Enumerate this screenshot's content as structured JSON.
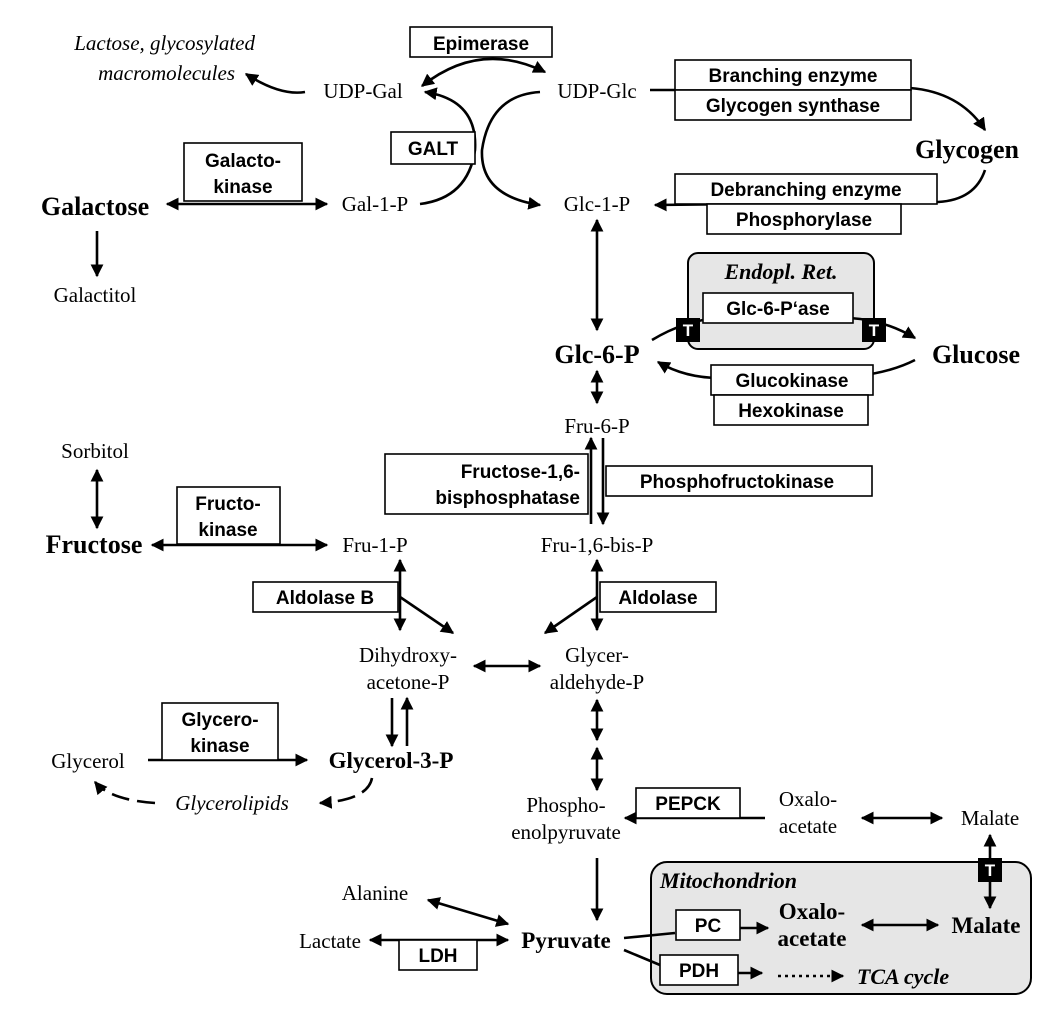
{
  "metabolites": {
    "lactose_line1": "Lactose, glycosylated",
    "lactose_line2": "macromolecules",
    "udp_gal": "UDP-Gal",
    "udp_glc": "UDP-Glc",
    "glycogen": "Glycogen",
    "galactose": "Galactose",
    "gal_1_p": "Gal-1-P",
    "glc_1_p": "Glc-1-P",
    "galactitol": "Galactitol",
    "glc_6_p": "Glc-6-P",
    "glucose": "Glucose",
    "fru_6_p": "Fru-6-P",
    "sorbitol": "Sorbitol",
    "fructose": "Fructose",
    "fru_1_p": "Fru-1-P",
    "fru_16_bis_p": "Fru-1,6-bis-P",
    "dhap_line1": "Dihydroxy-",
    "dhap_line2": "acetone-P",
    "gap_line1": "Glycer-",
    "gap_line2": "aldehyde-P",
    "glycerol": "Glycerol",
    "glycerol_3_p": "Glycerol-3-P",
    "glycerolipids": "Glycerolipids",
    "pep_line1": "Phospho-",
    "pep_line2": "enolpyruvate",
    "oaa_cyto_line1": "Oxalo-",
    "oaa_cyto_line2": "acetate",
    "malate_cyto": "Malate",
    "alanine": "Alanine",
    "lactate": "Lactate",
    "pyruvate": "Pyruvate",
    "oaa_mito_line1": "Oxalo-",
    "oaa_mito_line2": "acetate",
    "malate_mito": "Malate",
    "tca_cycle": "TCA cycle"
  },
  "enzymes": {
    "epimerase": "Epimerase",
    "branching_enzyme": "Branching enzyme",
    "glycogen_synthase": "Glycogen synthase",
    "galt": "GALT",
    "galactokinase_line1": "Galacto-",
    "galactokinase_line2": "kinase",
    "debranching_enzyme": "Debranching enzyme",
    "phosphorylase": "Phosphorylase",
    "glc_6_pase": "Glc-6-P‘ase",
    "glucokinase": "Glucokinase",
    "hexokinase": "Hexokinase",
    "fbpase_line1": "Fructose-1,6-",
    "fbpase_line2": "bisphosphatase",
    "phosphofructokinase": "Phosphofructokinase",
    "fructokinase_line1": "Fructo-",
    "fructokinase_line2": "kinase",
    "aldolase_b": "Aldolase B",
    "aldolase": "Aldolase",
    "glycerokinase_line1": "Glycero-",
    "glycerokinase_line2": "kinase",
    "pepck": "PEPCK",
    "pc": "PC",
    "pdh": "PDH",
    "ldh": "LDH"
  },
  "compartments": {
    "er": "Endopl. Ret.",
    "mitochondrion": "Mitochondrion",
    "compartment_fill": "#e6e6e6"
  },
  "transporter_label": "T"
}
